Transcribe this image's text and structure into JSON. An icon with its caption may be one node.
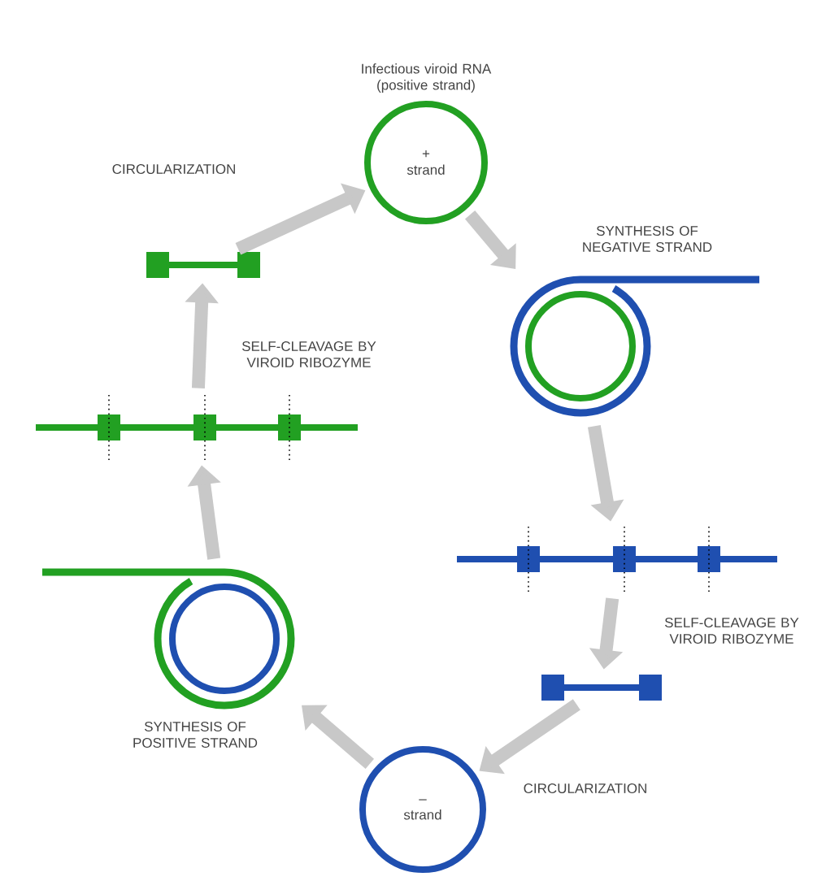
{
  "diagram": {
    "nodes": [
      {
        "text": [
          "+ strand"
        ],
        "beside": [
          "Infectious viroid RNA (positive strand)"
        ]
      },
      {
        "text": [],
        "shape": "circle"
      },
      {
        "text": [],
        "shape": "bar"
      },
      {
        "text": [],
        "shape": "bar"
      },
      {
        "text": [
          "– strand"
        ]
      },
      {
        "text": [],
        "shape": "circle"
      },
      {
        "text": [],
        "shape": "bar"
      },
      {
        "text": [],
        "shape": "bar"
      }
    ],
    "edges": [
      {
        "from": 0,
        "to": 1,
        "arrow": "to"
      },
      {
        "from": 1,
        "to": 2,
        "arrow": "to"
      },
      {
        "from": 2,
        "to": 3,
        "arrow": "to"
      },
      {
        "from": 3,
        "to": 4,
        "arrow": "to"
      },
      {
        "from": 4,
        "to": 5,
        "arrow": "to"
      },
      {
        "from": 5,
        "to": 6,
        "arrow": "to"
      },
      {
        "from": 6,
        "to": 7,
        "arrow": "to"
      },
      {
        "from": 7,
        "to": 0,
        "arrow": "to"
      }
    ],
    "labels": [
      "CIRCULARIZATION",
      "SYNTHESIS OF NEGATIVE STRAND",
      "SELF-CLEAVAGE BY VIROID RIBOZYME",
      "SELF-CLEAVAGE BY VIROID RIBOZYME",
      "SYNTHESIS OF POSITIVE STRAND",
      "CIRCULARIZATION"
    ]
  }
}
